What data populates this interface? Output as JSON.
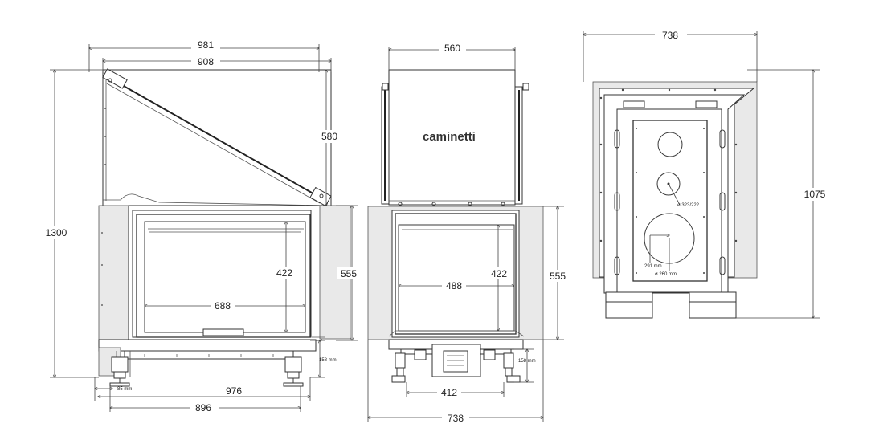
{
  "brand": "caminetti",
  "left_view": {
    "overall_width": "981",
    "top_width": "908",
    "overall_height": "1300",
    "flap_height": "580",
    "glass_height": "422",
    "body_height": "555",
    "glass_width": "688",
    "leg_height": "158 mm",
    "leg_offset": "85 mm",
    "base_width": "976",
    "foot_width": "896"
  },
  "middle_view": {
    "top_width": "560",
    "glass_height": "422",
    "body_height": "555",
    "glass_width": "488",
    "leg_height": "158 mm",
    "leg_span": "412",
    "overall_width": "738"
  },
  "right_view": {
    "overall_width": "738",
    "overall_height": "1075",
    "flue_small": "ø 323/222",
    "flue_large_offset": "291 mm",
    "flue_large": "ø 260 mm"
  }
}
